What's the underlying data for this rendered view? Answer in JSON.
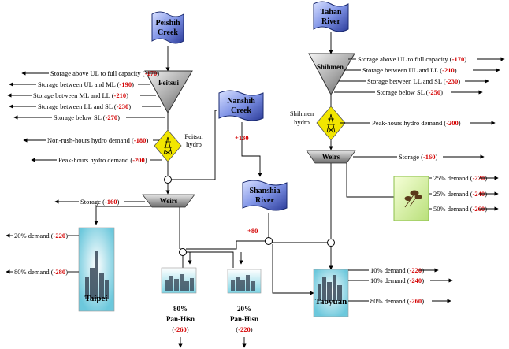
{
  "sources": {
    "peishih": [
      "Peishih",
      "Creek"
    ],
    "tahan": [
      "Tahan",
      "River"
    ],
    "nanshih": [
      "Nanshih",
      "Creek"
    ],
    "shanshia": [
      "Shanshia",
      "River"
    ]
  },
  "reservoirs": {
    "feitsui": "Feitsui",
    "shihmen": "Shihmen"
  },
  "hydro": {
    "feitsui": [
      "Feitsui",
      "hydro"
    ],
    "shihmen": [
      "Shihmen",
      "hydro"
    ]
  },
  "weirs_label": "Weirs",
  "cities": {
    "taipei": "Taipei",
    "taoyuan": "Taoyuan"
  },
  "pan_hisn": [
    {
      "pct": "80%",
      "name": "Pan-Hisn",
      "value": "-260"
    },
    {
      "pct": "20%",
      "name": "Pan-Hisn",
      "value": "-220"
    }
  ],
  "inflows": {
    "nanshih": "+130",
    "shanshia": "+80"
  },
  "feitsui_outputs": [
    {
      "text": "Storage above UL to full capacity",
      "value": "-170"
    },
    {
      "text": "Storage between UL and ML",
      "value": "-190"
    },
    {
      "text": "Storage between ML and LL",
      "value": "-210"
    },
    {
      "text": "Storage between LL and SL",
      "value": "-230"
    },
    {
      "text": "Storage below SL",
      "value": "-270"
    }
  ],
  "feitsui_hydro_outputs": [
    {
      "text": "Non-rush-hours hydro demand",
      "value": "-180"
    },
    {
      "text": "Peak-hours hydro demand",
      "value": "-200"
    }
  ],
  "shihmen_outputs": [
    {
      "text": "Storage above UL to full capacity",
      "value": "-170"
    },
    {
      "text": "Storage between UL and LL",
      "value": "-210"
    },
    {
      "text": "Storage between LL and SL",
      "value": "-230"
    },
    {
      "text": "Storage below SL",
      "value": "-250"
    }
  ],
  "shihmen_hydro_output": {
    "text": "Peak-hours hydro demand",
    "value": "-200"
  },
  "weir_left_storage": {
    "text": "Storage",
    "value": "-160"
  },
  "weir_right_storage": {
    "text": "Storage",
    "value": "-160"
  },
  "agri_outputs": [
    {
      "text": "25% demand",
      "value": "-220"
    },
    {
      "text": "25% demand",
      "value": "-240"
    },
    {
      "text": "50% demand",
      "value": "-260"
    }
  ],
  "taipei_outputs": [
    {
      "text": "20% demand",
      "value": "-220"
    },
    {
      "text": "80% demand",
      "value": "-280"
    }
  ],
  "taoyuan_outputs": [
    {
      "text": "10% demand",
      "value": "-220"
    },
    {
      "text": "10% demand",
      "value": "-240"
    },
    {
      "text": "80% demand",
      "value": "-260"
    }
  ],
  "colors": {
    "flag": "#4a64c8",
    "reservoir": "#9a9a9a",
    "hydro": "#f2e600",
    "red_value": "#d40000",
    "city_sky": "#7fd4e4"
  }
}
